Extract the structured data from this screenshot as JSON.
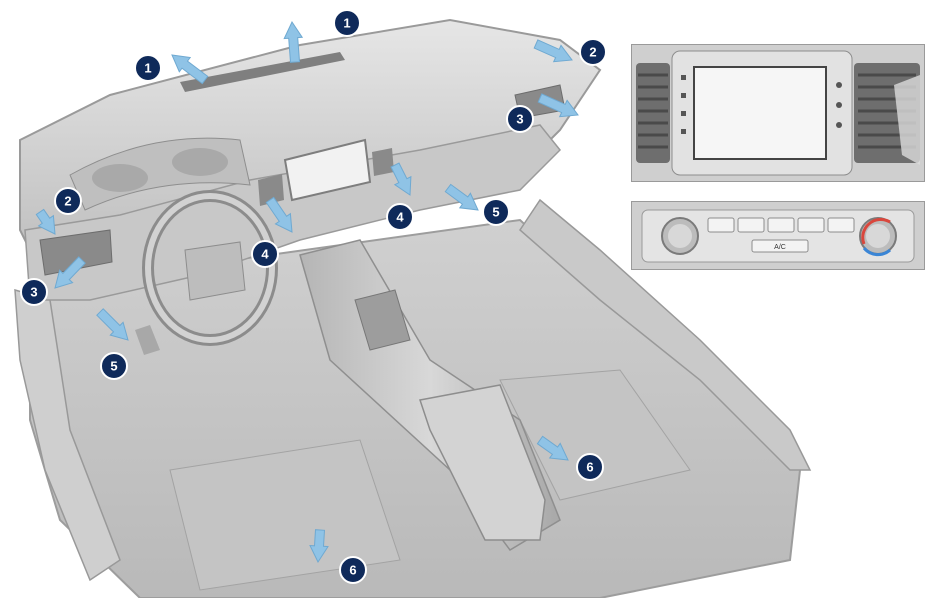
{
  "markers": [
    {
      "id": "1a",
      "label": "1"
    },
    {
      "id": "1b",
      "label": "1"
    },
    {
      "id": "2a",
      "label": "2"
    },
    {
      "id": "2b",
      "label": "2"
    },
    {
      "id": "3a",
      "label": "3"
    },
    {
      "id": "3b",
      "label": "3"
    },
    {
      "id": "4a",
      "label": "4"
    },
    {
      "id": "4b",
      "label": "4"
    },
    {
      "id": "5a",
      "label": "5"
    },
    {
      "id": "5b",
      "label": "5"
    },
    {
      "id": "6a",
      "label": "6"
    },
    {
      "id": "6b",
      "label": "6"
    }
  ],
  "climate_panel": {
    "ac_label": "A/C"
  },
  "colors": {
    "arrow": "#8fc3e6",
    "arrow_edge": "#6fa9d1",
    "marker": "#0f2a5a",
    "body": "#d9d9d9",
    "body_shadow": "#a9a9a9"
  }
}
